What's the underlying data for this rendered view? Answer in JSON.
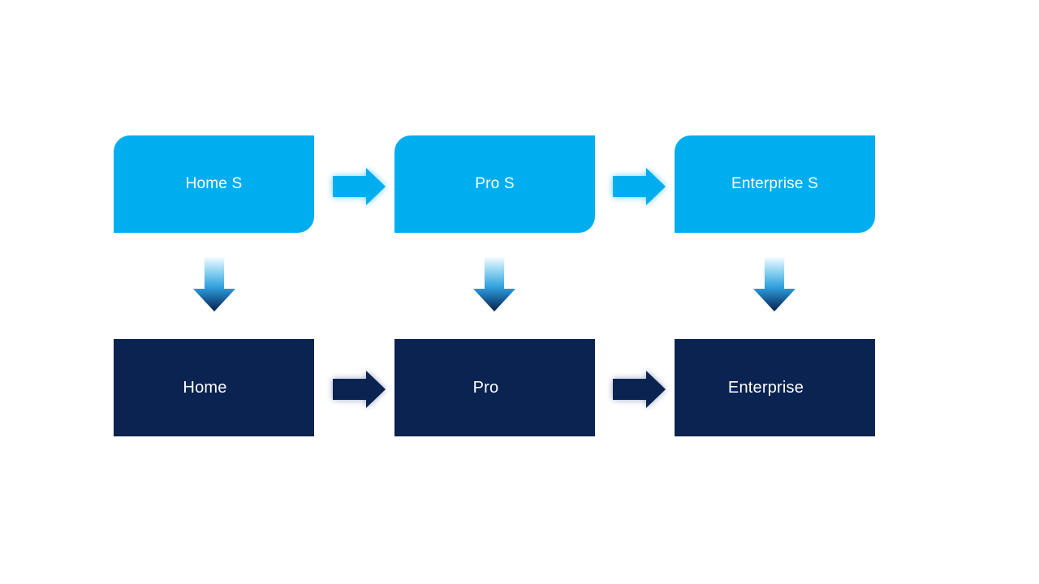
{
  "diagram": {
    "description": "Two-tier product upgrade flow diagram",
    "top_row": [
      {
        "label": "Home S"
      },
      {
        "label": "Pro S"
      },
      {
        "label": "Enterprise S"
      }
    ],
    "bottom_row": [
      {
        "label": "Home"
      },
      {
        "label": "Pro"
      },
      {
        "label": "Enterprise"
      }
    ],
    "arrows": {
      "top_right_arrows": {
        "count": 2,
        "direction": "right",
        "style": "solid light blue with glow"
      },
      "bottom_right_arrows": {
        "count": 2,
        "direction": "right",
        "style": "solid navy with soft glow"
      },
      "down_arrows": {
        "count": 3,
        "direction": "down",
        "style": "vertical gradient light blue to navy"
      }
    },
    "colors": {
      "light_blue": "#00aeef",
      "navy": "#0a2351",
      "background": "#ffffff",
      "text": "#ffffff",
      "down_arrow_gradient_top": "#eef9fe",
      "down_arrow_gradient_mid": "#2e9fdd",
      "down_arrow_gradient_bottom": "#0b2348"
    }
  }
}
